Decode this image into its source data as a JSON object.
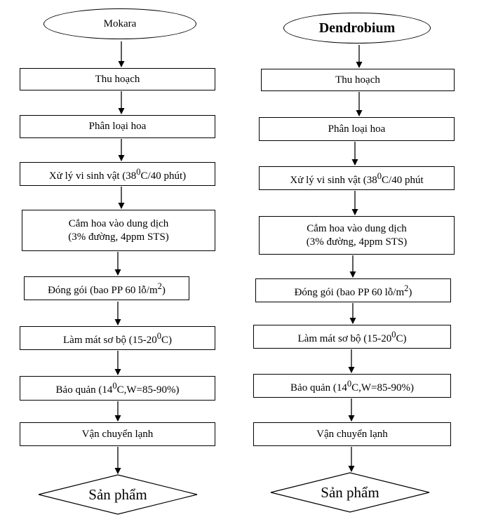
{
  "flowcharts": [
    {
      "title": "Mokara",
      "steps": [
        {
          "text": "Thu hoạch"
        },
        {
          "text": "Phân loại  hoa"
        },
        {
          "pre": "Xử lý vi sinh vật (38",
          "sup": "0",
          "post": "C/40 phút)"
        },
        {
          "line1": "Cắm hoa vào dung dịch",
          "line2": "(3% đường, 4ppm STS)"
        },
        {
          "pre": "Đóng gói (bao PP 60 lỗ/m",
          "sup": "2",
          "post": ")"
        },
        {
          "pre": "Làm mát sơ bộ  (15-20",
          "sup": "0",
          "post": "C)"
        },
        {
          "pre": "Bảo quản  (14",
          "sup": "0",
          "post": "C,W=85-90%)"
        },
        {
          "text": "Vận chuyển lạnh"
        }
      ],
      "end": "Sản phẩm"
    },
    {
      "title": "Dendrobium",
      "steps": [
        {
          "text": "Thu hoạch"
        },
        {
          "text": "Phân loại  hoa"
        },
        {
          "pre": "Xử lý vi sinh vật (38",
          "sup": "0",
          "post": "C/40 phút"
        },
        {
          "line1": "Cắm hoa vào dung dịch",
          "line2": "(3% đường, 4ppm STS)"
        },
        {
          "pre": "Đóng gói (bao PP 60 lỗ/m",
          "sup": "2",
          "post": ")"
        },
        {
          "pre": "Làm mát sơ bộ  (15-20",
          "sup": "0",
          "post": "C)"
        },
        {
          "pre": "Bảo quản  (14",
          "sup": "0",
          "post": "C,W=85-90%)"
        },
        {
          "text": "Vận chuyển lạnh"
        }
      ],
      "end": "Sản phẩm"
    }
  ]
}
